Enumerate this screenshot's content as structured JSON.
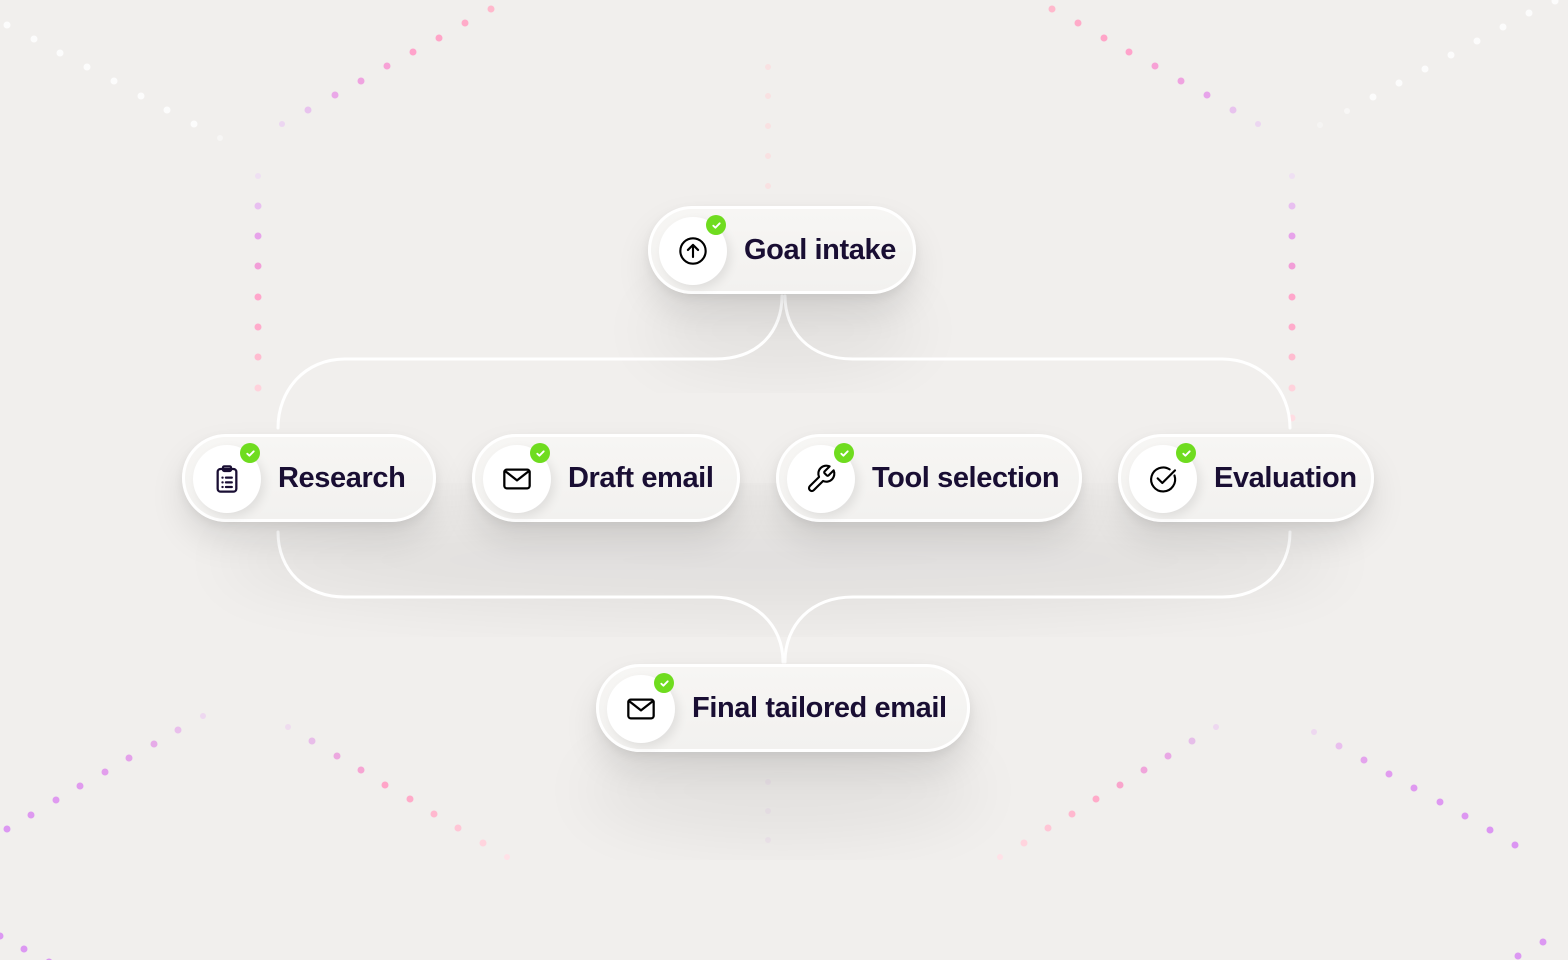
{
  "diagram": {
    "title": "",
    "colors": {
      "background": "#f1efed",
      "node_fill": "#f5f4f2",
      "node_border": "#ffffff",
      "label_text": "#190e33",
      "check_badge": "#6fdc1f",
      "connector": "#ffffff",
      "dot_pink": "#ff9fc8",
      "dot_purple": "#df8ef0"
    },
    "nodes": [
      {
        "id": "goal-intake",
        "label": "Goal intake",
        "icon": "arrow-up-circle-icon",
        "status": "complete",
        "status_icon": "check-icon"
      },
      {
        "id": "research",
        "label": "Research",
        "icon": "clipboard-list-icon",
        "status": "complete",
        "status_icon": "check-icon"
      },
      {
        "id": "draft-email",
        "label": "Draft email",
        "icon": "envelope-icon",
        "status": "complete",
        "status_icon": "check-icon"
      },
      {
        "id": "tool-selection",
        "label": "Tool selection",
        "icon": "wrench-icon",
        "status": "complete",
        "status_icon": "check-icon"
      },
      {
        "id": "evaluation",
        "label": "Evaluation",
        "icon": "circle-check-icon",
        "status": "complete",
        "status_icon": "check-icon"
      },
      {
        "id": "final-email",
        "label": "Final tailored email",
        "icon": "envelope-icon",
        "status": "complete",
        "status_icon": "check-icon"
      }
    ],
    "edges": [
      {
        "from": "goal-intake",
        "to": "research"
      },
      {
        "from": "goal-intake",
        "to": "evaluation"
      },
      {
        "from": "research",
        "to": "final-email"
      },
      {
        "from": "evaluation",
        "to": "final-email"
      }
    ]
  }
}
